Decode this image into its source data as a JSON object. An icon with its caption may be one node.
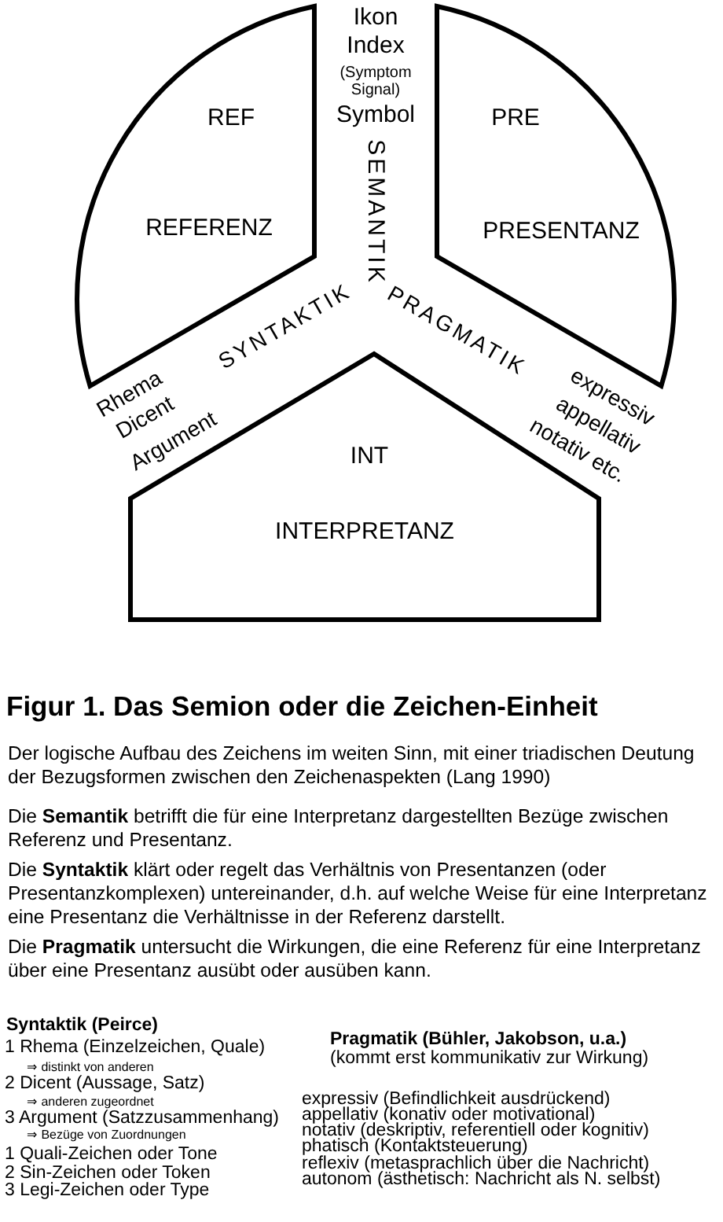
{
  "diagram": {
    "caption": "Figur 1. Das Semion oder die Zeichen-Einheit",
    "nodes": [
      {
        "text": [
          "REF",
          "REFERENZ"
        ]
      },
      {
        "text": [
          "PRE",
          "PRESENTANZ"
        ]
      },
      {
        "text": [
          "INT",
          "INTERPRETANZ"
        ]
      }
    ],
    "edges": [],
    "labels": [
      "Ikon",
      "Index",
      "(Symptom Signal)",
      "Symbol",
      "SEMANTIK",
      "SYNTAKTIK",
      "PRAGMATIK",
      "Rhema",
      "Dicent",
      "Argument",
      "expressiv",
      "appellativ",
      "notativ etc.",
      "Der logische Aufbau des Zeichens im weiten Sinn, mit einer triadischen Deutung der Bezugsformen zwischen den Zeichenaspekten (Lang 1990)",
      "Die **Semantik** betrifft die für eine Interpretanz dargestellten Bezüge zwischen Referenz und Presentanz.",
      "Die **Syntaktik** klärt oder regelt das Verhältnis von Presentanzen (oder Presentanzkomplexen) untereinander, d.h. auf welche Weise für eine Interpretanz eine Presentanz die Verhältnisse in der Referenz darstellt.",
      "Die **Pragmatik** untersucht die Wirkungen, die eine Referenz für eine Interpretanz über eine Presentanz ausübt oder ausüben kann.",
      "Syntaktik (Peirce)",
      "1 Rhema (Einzelzeichen, Quale)",
      "⇒ distinkt von anderen",
      "2 Dicent (Aussage, Satz)",
      "⇒ anderen zugeordnet",
      "3 Argument (Satzzusammenhang)",
      "⇒ Bezüge von Zuordnungen",
      "1 Quali-Zeichen oder Tone",
      "2 Sin-Zeichen oder Token",
      "3 Legi-Zeichen oder Type",
      "Pragmatik (Bühler, Jakobson, u.a.)",
      "(kommt erst kommunikativ zur Wirkung)",
      "expressiv (Befindlichkeit ausdrückend)",
      "appellativ (konativ oder motivational)",
      "notativ (deskriptiv, referentiell oder kognitiv)",
      "phatisch (Kontaktsteuerung)",
      "reflexiv (metasprachlich über die Nachricht)",
      "autonom (ästhetisch: Nachricht als N. selbst)"
    ]
  }
}
